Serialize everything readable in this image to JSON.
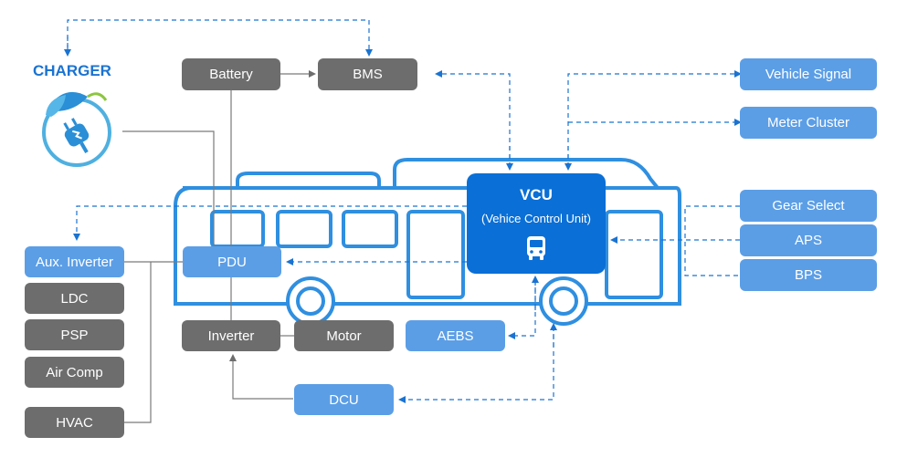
{
  "charger": {
    "title": "CHARGER"
  },
  "vcu": {
    "title": "VCU",
    "subtitle": "(Vehice Control Unit)"
  },
  "boxes": {
    "battery": "Battery",
    "bms": "BMS",
    "vehicle_signal": "Vehicle Signal",
    "meter_cluster": "Meter Cluster",
    "gear_select": "Gear Select",
    "aps": "APS",
    "bps": "BPS",
    "pdu": "PDU",
    "aux_inverter": "Aux. Inverter",
    "ldc": "LDC",
    "psp": "PSP",
    "air_comp": "Air Comp",
    "hvac": "HVAC",
    "inverter": "Inverter",
    "motor": "Motor",
    "aebs": "AEBS",
    "dcu": "DCU"
  },
  "colors": {
    "accent": "#0a6fd6",
    "light_blue": "#5b9ee6",
    "gray": "#6d6d6d",
    "bus_outline": "#2f8fe0"
  }
}
